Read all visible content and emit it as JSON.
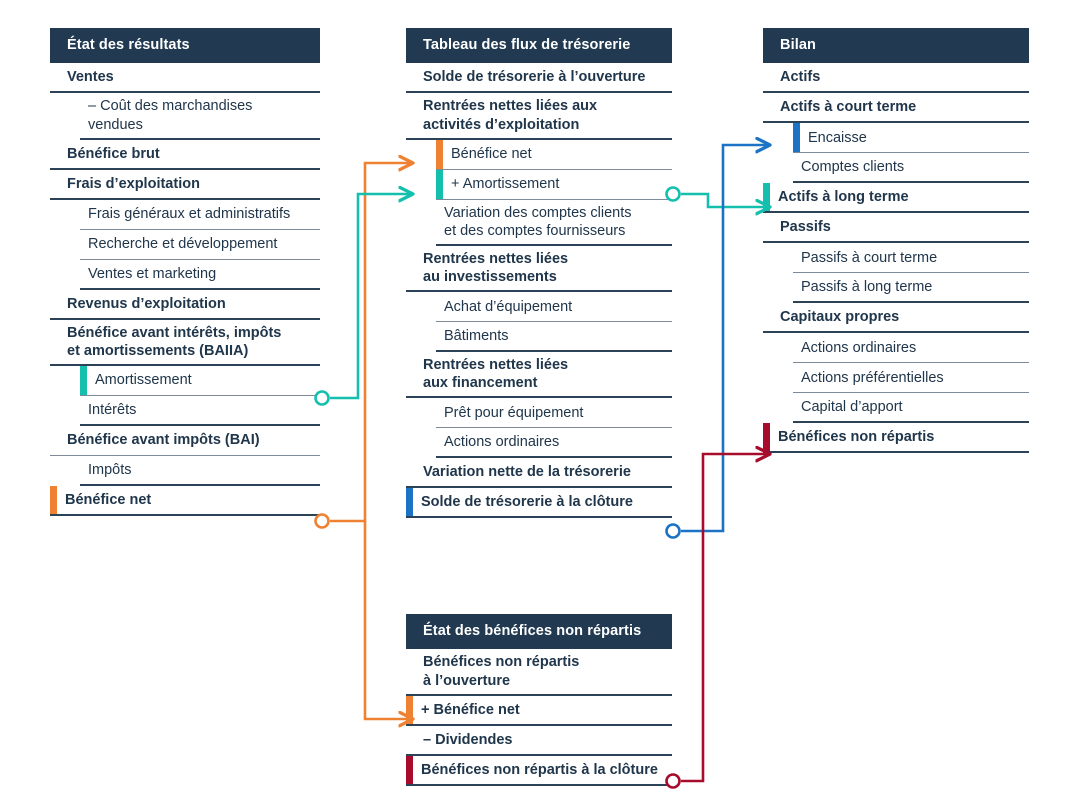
{
  "meta": {
    "title": "Relations entre les états financiers",
    "language": "fr"
  },
  "colors": {
    "header_bg": "#213a52",
    "text": "#20364b",
    "rule_strong": "#2c4257",
    "rule_light": "#7d8b98",
    "orange": "#ef8133",
    "teal": "#15bfae",
    "blue": "#1c72c4",
    "darkred": "#a80c2d",
    "background": "#ffffff"
  },
  "statements": {
    "income": {
      "title": "État des résultats",
      "rows": [
        {
          "label": "Ventes",
          "level": "lvl0"
        },
        {
          "label": "– Coût des marchandises\nvendues",
          "level": "lvl1b"
        },
        {
          "label": "Bénéfice brut",
          "level": "lvl0"
        },
        {
          "label": "Frais d’exploitation",
          "level": "lvl0"
        },
        {
          "label": "Frais généraux et administratifs",
          "level": "lvl1"
        },
        {
          "label": "Recherche et développement",
          "level": "lvl1"
        },
        {
          "label": "Ventes et marketing",
          "level": "lvl1b"
        },
        {
          "label": "Revenus d’exploitation",
          "level": "lvl0"
        },
        {
          "label": "Bénéfice avant intérêts, impôts\net amortissements (BAIIA)",
          "level": "lvl0"
        },
        {
          "label": "Amortissement",
          "level": "lvl1",
          "accent": "teal",
          "marker": "teal"
        },
        {
          "label": "Intérêts",
          "level": "lvl1b"
        },
        {
          "label": "Bénéfice avant impôts (BAI)",
          "level": "thin0"
        },
        {
          "label": "Impôts",
          "level": "lvl1b"
        },
        {
          "label": "Bénéfice net",
          "level": "lvl0",
          "accent": "orange",
          "marker": "orange"
        }
      ]
    },
    "cashflow": {
      "title": "Tableau des flux de trésorerie",
      "rows": [
        {
          "label": "Solde de trésorerie à l’ouverture",
          "level": "lvl0"
        },
        {
          "label": "Rentrées nettes liées aux\nactivités d’exploitation",
          "level": "lvl0"
        },
        {
          "label": "Bénéfice net",
          "level": "lvl1",
          "accent": "orange",
          "arrow": "orange"
        },
        {
          "label": "+ Amortissement",
          "level": "lvl1",
          "accent": "teal",
          "arrow": "teal",
          "marker": "teal"
        },
        {
          "label": "Variation des comptes clients\net des comptes fournisseurs",
          "level": "lvl1b"
        },
        {
          "label": "Rentrées nettes liées\nau investissements",
          "level": "lvl0"
        },
        {
          "label": "Achat d’équipement",
          "level": "lvl1"
        },
        {
          "label": "Bâtiments",
          "level": "lvl1b"
        },
        {
          "label": "Rentrées nettes liées\naux financement",
          "level": "lvl0"
        },
        {
          "label": "Prêt pour équipement",
          "level": "lvl1"
        },
        {
          "label": "Actions ordinaires",
          "level": "lvl1b"
        },
        {
          "label": "Variation nette de la trésorerie",
          "level": "lvl0"
        },
        {
          "label": "Solde de trésorerie à la clôture",
          "level": "lvl0",
          "accent": "blue",
          "marker": "blue"
        }
      ]
    },
    "balance": {
      "title": "Bilan",
      "rows": [
        {
          "label": "Actifs",
          "level": "lvl0"
        },
        {
          "label": "Actifs à court terme",
          "level": "lvl0"
        },
        {
          "label": "Encaisse",
          "level": "lvl1",
          "accent": "blue",
          "arrow": "blue"
        },
        {
          "label": "Comptes clients",
          "level": "lvl1b"
        },
        {
          "label": "Actifs à long terme",
          "level": "lvl0",
          "accent": "teal",
          "arrow": "teal"
        },
        {
          "label": "Passifs",
          "level": "lvl0"
        },
        {
          "label": "Passifs à court terme",
          "level": "lvl1"
        },
        {
          "label": "Passifs à long terme",
          "level": "lvl1b"
        },
        {
          "label": "Capitaux propres",
          "level": "lvl0"
        },
        {
          "label": "Actions ordinaires",
          "level": "lvl1"
        },
        {
          "label": "Actions préférentielles",
          "level": "lvl1"
        },
        {
          "label": "Capital d’apport",
          "level": "lvl1b"
        },
        {
          "label": "Bénéfices non répartis",
          "level": "lvl0",
          "accent": "darkred",
          "arrow": "darkred"
        }
      ]
    },
    "retained": {
      "title": "État des bénéfices non répartis",
      "rows": [
        {
          "label": "Bénéfices non répartis\nà l’ouverture",
          "level": "lvl0"
        },
        {
          "label": "+ Bénéfice net",
          "level": "lvl0",
          "accent": "orange",
          "arrow": "orange"
        },
        {
          "label": "– Dividendes",
          "level": "lvl0"
        },
        {
          "label": "Bénéfices non répartis à la clôture",
          "level": "lvl0",
          "accent": "darkred",
          "marker": "darkred"
        }
      ]
    }
  },
  "connectors": [
    {
      "name": "net-income-to-cashflow",
      "color": "#ef8133",
      "from": "État des résultats → Bénéfice net",
      "to": "Tableau des flux de trésorerie → Bénéfice net"
    },
    {
      "name": "net-income-to-retained-earnings",
      "color": "#ef8133",
      "from": "État des résultats → Bénéfice net",
      "to": "État des bénéfices non répartis → + Bénéfice net"
    },
    {
      "name": "depreciation-to-cashflow",
      "color": "#15bfae",
      "from": "État des résultats → Amortissement",
      "to": "Tableau des flux de trésorerie → + Amortissement"
    },
    {
      "name": "depreciation-to-long-term-assets",
      "color": "#15bfae",
      "from": "Tableau des flux de trésorerie → + Amortissement",
      "to": "Bilan → Actifs à long terme"
    },
    {
      "name": "closing-cash-to-cash-on-hand",
      "color": "#1c72c4",
      "from": "Tableau des flux de trésorerie → Solde de trésorerie à la clôture",
      "to": "Bilan → Encaisse"
    },
    {
      "name": "closing-retained-earnings-to-balance-sheet",
      "color": "#a80c2d",
      "from": "État des bénéfices non répartis → Bénéfices non répartis à la clôture",
      "to": "Bilan → Bénéfices non répartis"
    }
  ]
}
